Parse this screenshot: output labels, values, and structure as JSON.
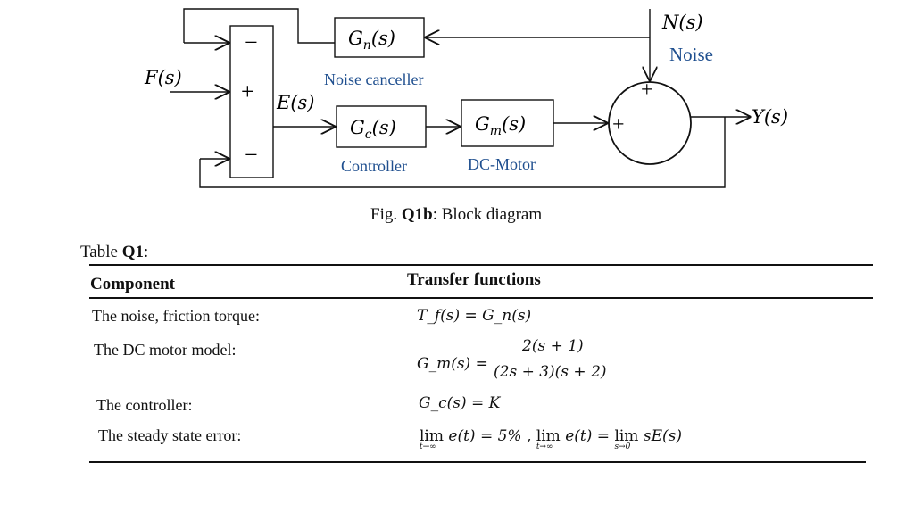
{
  "diagram": {
    "blocks": {
      "noise_canceller": {
        "symbol": "G",
        "sub": "n",
        "arg": "(s)",
        "label": "Noise canceller"
      },
      "controller": {
        "symbol": "G",
        "sub": "c",
        "arg": "(s)",
        "label": "Controller"
      },
      "dc_motor": {
        "symbol": "G",
        "sub": "m",
        "arg": "(s)",
        "label": "DC-Motor"
      }
    },
    "signals": {
      "input": "F(s)",
      "error": "E(s)",
      "noise": "N(s)",
      "noise_label": "Noise",
      "output": "Y(s)"
    },
    "signs": {
      "sum1_top": "−",
      "sum1_mid": "+",
      "sum1_bottom": "−",
      "sum2_top": "+",
      "sum2_left": "+"
    },
    "caption": {
      "prefix": "Fig. ",
      "bold": "Q1b",
      "suffix": ": Block diagram"
    }
  },
  "table": {
    "label_prefix": "Table ",
    "label_bold": "Q1",
    "label_suffix": ":",
    "headers": {
      "component": "Component",
      "transfer": "Transfer functions"
    },
    "rows": [
      {
        "component": "The noise, friction torque:",
        "formula": "T_f(s) = G_n(s)"
      },
      {
        "component": "The DC motor model:",
        "formula_lhs": "G_m(s) =",
        "numerator": "2(s + 1)",
        "denominator": "(2s + 3)(s + 2)"
      },
      {
        "component": "The controller:",
        "formula": "G_c(s) = K"
      },
      {
        "component": "The steady state error:",
        "lim1": "lim",
        "lim1_sub": "t→∞",
        "expr1": "e(t) = 5% ,",
        "lim2": "lim",
        "lim2_sub": "t→∞",
        "expr2": "e(t) =",
        "lim3": "lim",
        "lim3_sub": "s→0",
        "expr3": "sE(s)"
      }
    ]
  },
  "colors": {
    "ink": "#111111",
    "blue_label": "#1f4f8f"
  }
}
